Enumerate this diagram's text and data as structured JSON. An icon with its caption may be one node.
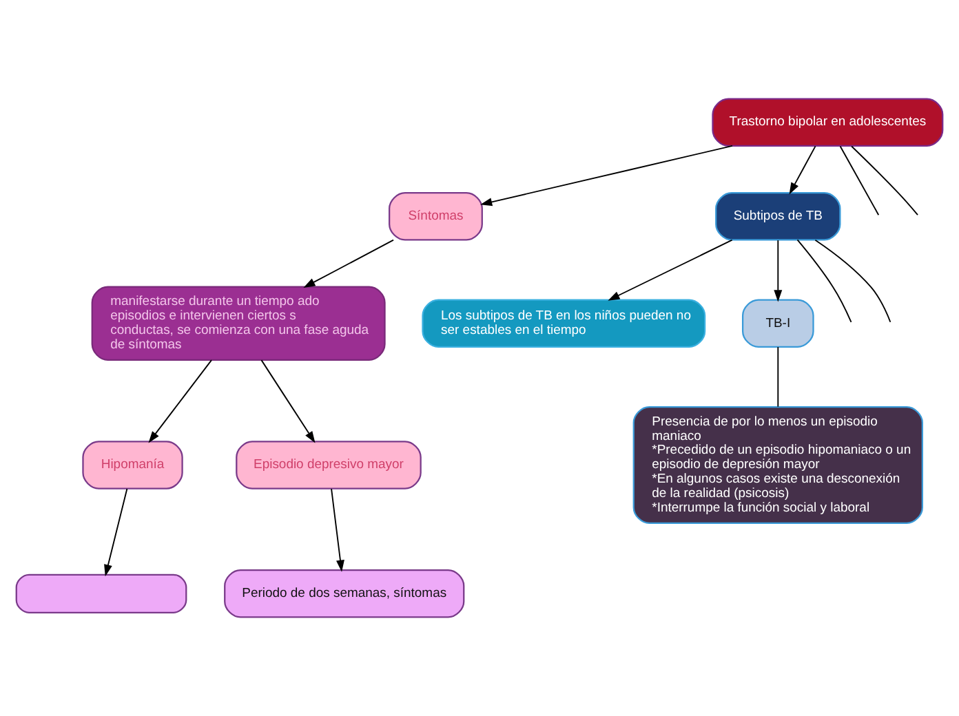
{
  "diagram": {
    "nodes": [
      {
        "text": [
          "Trastorno bipolar en adolescentes"
        ]
      },
      {
        "text": [
          "Síntomas"
        ]
      },
      {
        "text": [
          "Subtipos de TB"
        ]
      },
      {
        "text": [
          "Los subtipos de TB en los niños pueden no ser estables en el tiempo"
        ]
      },
      {
        "text": [
          "manifestarse durante un tiempo ado episodios e intervienen ciertos s conductas, se comienza con una fase aguda de síntomas"
        ]
      },
      {
        "text": [
          "Hipomanía"
        ]
      },
      {
        "text": [
          "Episodio depresivo mayor"
        ]
      },
      {
        "text": [
          "TB-I"
        ]
      },
      {
        "text": [
          "Presencia de por lo menos un episodio maniaco",
          "*Precedido de un episodio hipomaniaco o un episodio de depresión mayor",
          "*En algunos casos existe una desconexión de la realidad (psicosis)",
          "*Interrumpe la función social y laboral"
        ]
      },
      {
        "text": [],
        "shape": "box"
      },
      {
        "text": [
          "Periodo de dos semanas, síntomas"
        ]
      }
    ],
    "edges": [
      {
        "from": 0,
        "to": null,
        "arrow": "none"
      },
      {
        "from": 0,
        "to": 1,
        "arrow": "to"
      },
      {
        "from": 0,
        "to": 2,
        "arrow": "to"
      },
      {
        "from": 0,
        "to": null,
        "arrow": "none"
      },
      {
        "from": 2,
        "to": 3,
        "arrow": "to"
      },
      {
        "from": 2,
        "to": null,
        "arrow": "none"
      },
      {
        "from": 2,
        "to": null,
        "arrow": "none"
      },
      {
        "from": 2,
        "to": 7,
        "arrow": "to"
      },
      {
        "from": 1,
        "to": 4,
        "arrow": "to"
      },
      {
        "from": 4,
        "to": 5,
        "arrow": "to"
      },
      {
        "from": 4,
        "to": 6,
        "arrow": "to"
      },
      {
        "from": 5,
        "to": 9,
        "arrow": "to"
      },
      {
        "from": 6,
        "to": 10,
        "arrow": "to"
      },
      {
        "from": 7,
        "to": 8,
        "arrow": "none"
      }
    ]
  }
}
